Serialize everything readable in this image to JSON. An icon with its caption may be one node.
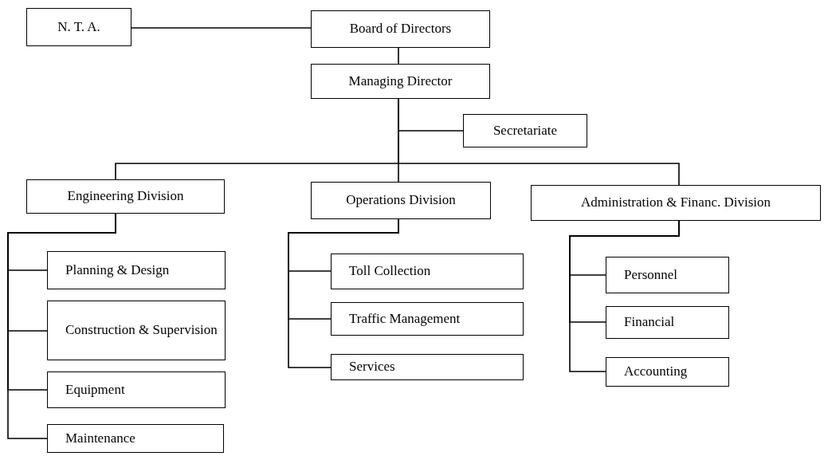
{
  "diagram": {
    "nodes": [
      {
        "text": [
          "N. T. A."
        ]
      },
      {
        "text": [
          "Board of Directors"
        ]
      },
      {
        "text": [
          "Managing Director"
        ]
      },
      {
        "text": [
          "Secretariate"
        ]
      },
      {
        "text": [
          "Engineering Division"
        ]
      },
      {
        "text": [
          "Operations Division"
        ]
      },
      {
        "text": [
          "Administration & Financ. Division"
        ]
      },
      {
        "text": [
          "Planning & Design"
        ]
      },
      {
        "text": [
          "Construction & Supervision"
        ]
      },
      {
        "text": [
          "Equipment"
        ]
      },
      {
        "text": [
          "Maintenance"
        ]
      },
      {
        "text": [
          "Toll Collection"
        ]
      },
      {
        "text": [
          "Traffic Management"
        ]
      },
      {
        "text": [
          "Services"
        ]
      },
      {
        "text": [
          "Personnel"
        ]
      },
      {
        "text": [
          "Financial"
        ]
      },
      {
        "text": [
          "Accounting"
        ]
      }
    ],
    "edges": [
      {
        "from": 0,
        "to": 1,
        "arrow": "none"
      },
      {
        "from": 1,
        "to": 2,
        "arrow": "none"
      },
      {
        "from": 2,
        "to": 3,
        "arrow": "none"
      },
      {
        "from": 2,
        "to": 4,
        "arrow": "none"
      },
      {
        "from": 2,
        "to": 5,
        "arrow": "none"
      },
      {
        "from": 2,
        "to": 6,
        "arrow": "none"
      },
      {
        "from": 4,
        "to": 7,
        "arrow": "none"
      },
      {
        "from": 4,
        "to": 8,
        "arrow": "none"
      },
      {
        "from": 4,
        "to": 9,
        "arrow": "none"
      },
      {
        "from": 4,
        "to": 10,
        "arrow": "none"
      },
      {
        "from": 5,
        "to": 11,
        "arrow": "none"
      },
      {
        "from": 5,
        "to": 12,
        "arrow": "none"
      },
      {
        "from": 5,
        "to": 13,
        "arrow": "none"
      },
      {
        "from": 6,
        "to": 14,
        "arrow": "none"
      },
      {
        "from": 6,
        "to": 15,
        "arrow": "none"
      },
      {
        "from": 6,
        "to": 16,
        "arrow": "none"
      }
    ]
  }
}
